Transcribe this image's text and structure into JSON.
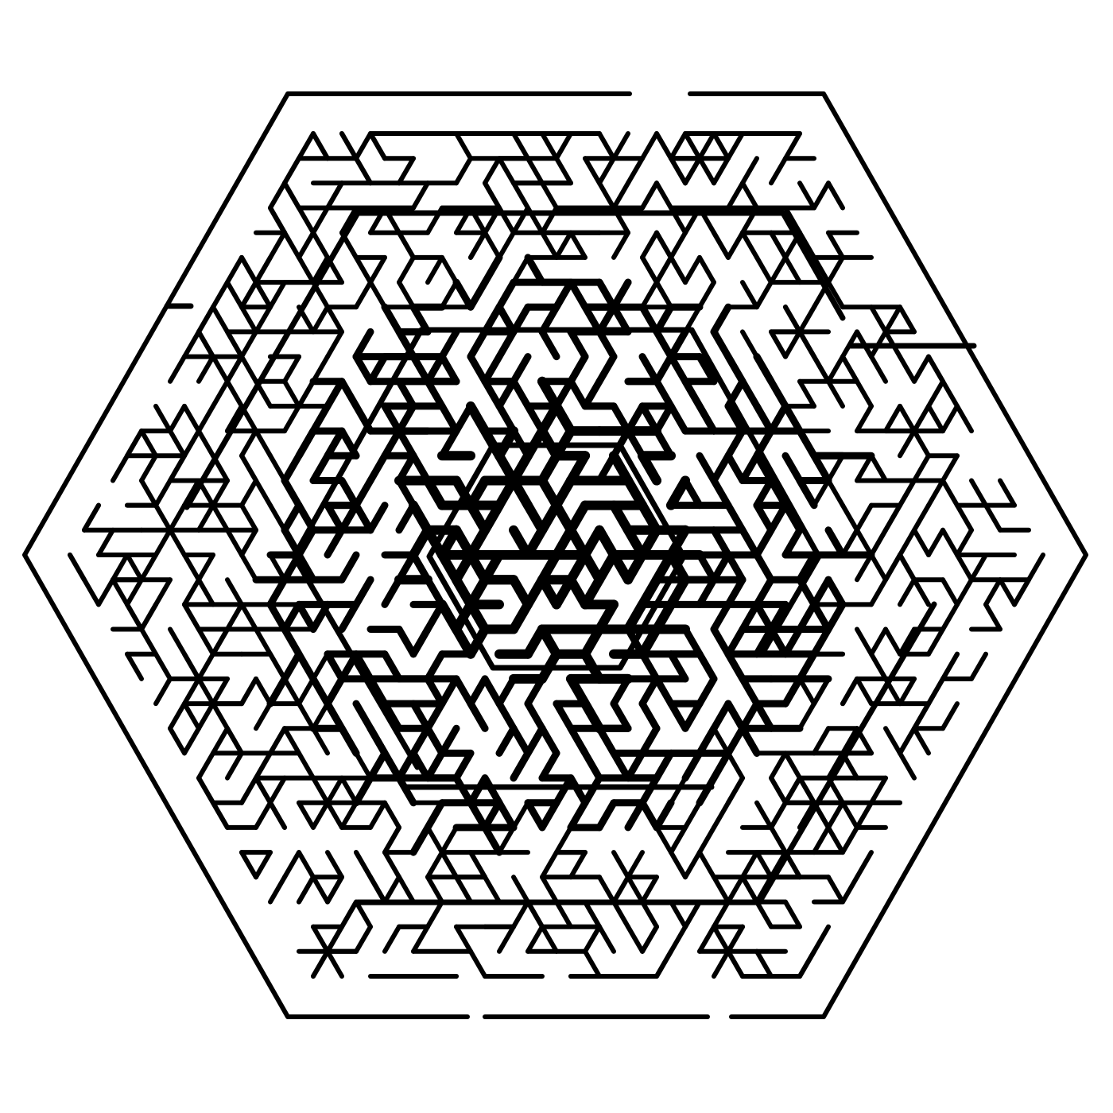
{
  "puzzle": {
    "type": "hexagonal-maze",
    "style": "triangular-grid maze with concentric hexagonal bands",
    "entrance_edge": "top",
    "exit_edge": "bottom",
    "colors": {
      "background": "#ffffff",
      "wall": "#000000"
    }
  }
}
